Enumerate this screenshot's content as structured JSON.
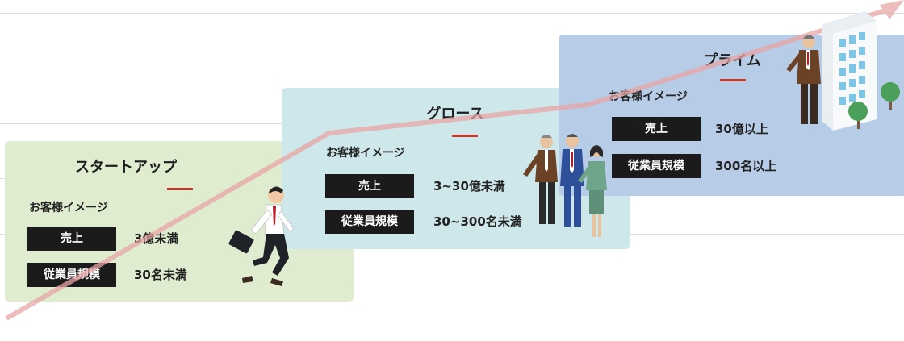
{
  "stages": [
    {
      "title": "スタートアップ",
      "customer_label": "お客様イメージ",
      "rows": [
        {
          "label": "売上",
          "value": "3億未満"
        },
        {
          "label": "従業員規模",
          "value": "30名未満"
        }
      ],
      "color": "#dfeccf"
    },
    {
      "title": "グロース",
      "customer_label": "お客様イメージ",
      "rows": [
        {
          "label": "売上",
          "value": "3~30億未満"
        },
        {
          "label": "従業員規模",
          "value": "30~300名未満"
        }
      ],
      "color": "#cde7ea"
    },
    {
      "title": "プライム",
      "customer_label": "お客様イメージ",
      "rows": [
        {
          "label": "売上",
          "value": "30億以上"
        },
        {
          "label": "従業員規模",
          "value": "300名以上"
        }
      ],
      "color": "#b7cce6"
    }
  ],
  "colors": {
    "accent": "#c0392b",
    "label_box": "#1b1b1b",
    "growth_arrow": "#e8a6a6"
  },
  "icons": [
    "businessman-running-icon",
    "business-team-icon",
    "businessman-icon",
    "office-building-icon",
    "tree-icon"
  ]
}
